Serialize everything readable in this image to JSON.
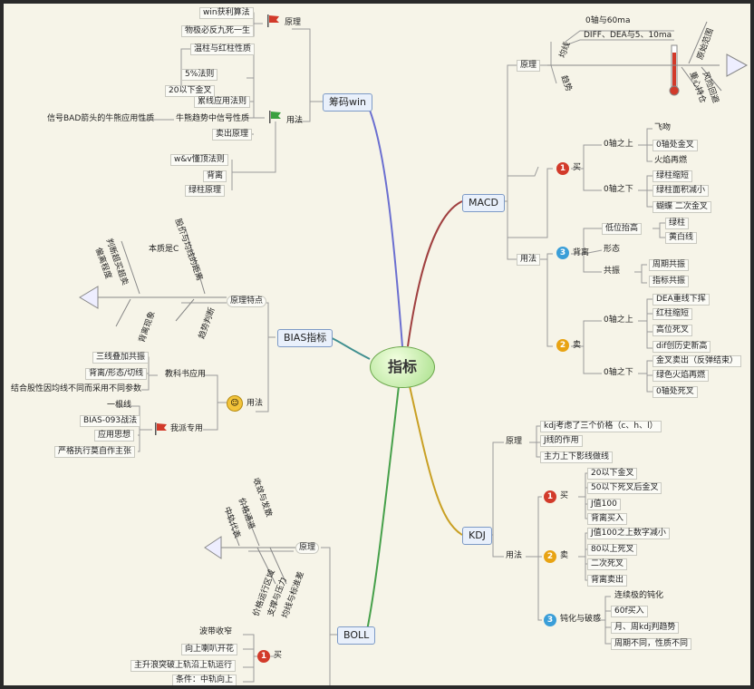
{
  "center": "指标",
  "chip": {
    "title": "筹码win",
    "principle": "原理",
    "principle_items": [
      "win获利算法",
      "物极必反九死一生"
    ],
    "usage": "用法",
    "usage_items": [
      "温柱与红柱性质",
      "5%法则",
      "20以下金叉",
      "累线应用法则",
      "牛熊趋势中信号性质",
      "信号BAD箭头的牛熊应用性质",
      "卖出原理",
      "w&v懂顶法则",
      "背离",
      "绿柱原理"
    ]
  },
  "macd": {
    "title": "MACD",
    "principle": "原理",
    "principle_items": [
      "0轴与60ma",
      "DIFF、DEA与5、10ma"
    ],
    "principle_tags": [
      "均线",
      "趋势",
      "原始范围",
      "重心持仓",
      "风险回避"
    ],
    "usage": "用法",
    "buy": {
      "label": "买",
      "above": "0轴之上",
      "below": "0轴之下",
      "above_items": [
        "飞吻",
        "0轴处金叉",
        "火焰再燃"
      ],
      "below_items": [
        "绿柱缩短",
        "绿柱面积减小",
        "蝴蝶 二次金叉"
      ]
    },
    "divergence": {
      "label": "背离",
      "items": [
        "低位抬高",
        "形态",
        "共振"
      ],
      "sub": [
        "绿柱",
        "黄白线",
        "周期共振",
        "指标共振"
      ]
    },
    "sell": {
      "label": "卖",
      "above": "0轴之上",
      "below": "0轴之下",
      "above_items": [
        "DEA重线下挥",
        "红柱缩短",
        "高位死叉",
        "dif创历史新高"
      ],
      "below_items": [
        "金叉卖出（反弹结束）",
        "绿色火焰再燃",
        "0轴处死叉"
      ]
    }
  },
  "bias": {
    "title": "BIAS指标",
    "feature": "原理特点",
    "feature_items": [
      "本质是C"
    ],
    "feature_tags": [
      "股价与均线的距离",
      "判断超买超卖",
      "偏离程度",
      "趋势判断",
      "背离现象"
    ],
    "usage": "用法",
    "textbook": "教科书应用",
    "textbook_items": [
      "三线叠加共振",
      "背离/形态/切线",
      "结合股性因均线不同而采用不同参数"
    ],
    "custom": "我派专用",
    "custom_items": [
      "一根线",
      "BIAS-093战法",
      "应用思想",
      "严格执行莫自作主张"
    ]
  },
  "kdj": {
    "title": "KDJ",
    "principle": "原理",
    "principle_items": [
      "kdj考虑了三个价格（c、h、l）",
      "J线的作用",
      "主力上下影线做线"
    ],
    "usage": "用法",
    "buy": {
      "label": "买",
      "items": [
        "20以下金叉",
        "50以下死叉后金叉",
        "J值100",
        "背离买入"
      ]
    },
    "sell": {
      "label": "卖",
      "items": [
        "J值100之上数字减小",
        "80以上死叉",
        "二次死叉",
        "背离卖出"
      ]
    },
    "passivation": {
      "label": "钝化与破感",
      "items": [
        "连续极的钝化",
        "60f买入",
        "月、周kdj判趋势",
        "周期不同，性质不同"
      ]
    }
  },
  "boll": {
    "title": "BOLL",
    "principle": "原理",
    "principle_tags": [
      "中轨代表",
      "价格通道",
      "收敛与发散",
      "价格运行区域",
      "支撑与压力",
      "均线与标准差"
    ],
    "buy": {
      "label": "买",
      "items": [
        "波带收窄",
        "向上喇叭开花",
        "主升浪突破上轨沿上轨运行",
        "条件：中轨向上"
      ]
    }
  }
}
